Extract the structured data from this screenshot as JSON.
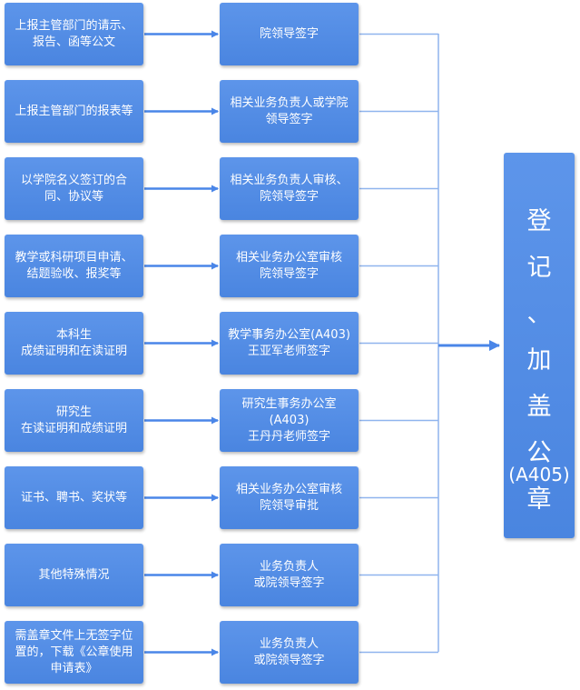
{
  "rows": [
    {
      "source": "上报主管部门的请示、\n报告、函等公文",
      "approval": "院领导签字"
    },
    {
      "source": "上报主管部门的报表等",
      "approval": "相关业务负责人或学院\n领导签字"
    },
    {
      "source": "以学院名义签订的合\n同、协议等",
      "approval": "相关业务负责人审核、\n院领导签字"
    },
    {
      "source": "教学或科研项目申请、\n结题验收、报奖等",
      "approval": "相关业务办公室审核\n院领导签字"
    },
    {
      "source": "本科生\n成绩证明和在读证明",
      "approval": "教学事务办公室(A403)\n王亚军老师签字"
    },
    {
      "source": "研究生\n在读证明和成绩证明",
      "approval": "研究生事务办公室(A403)\n王丹丹老师签字"
    },
    {
      "source": "证书、聘书、奖状等",
      "approval": "相关业务办公室审核\n院领导审批"
    },
    {
      "source": "其他特殊情况",
      "approval": "业务负责人\n或院领导签字"
    },
    {
      "source": "需盖章文件上无签字位\n置的，下载《公章使用\n申请表》",
      "approval": "业务负责人\n或院领导签字"
    }
  ],
  "final": {
    "chars": [
      "登",
      "记",
      "、",
      "加",
      "盖",
      "公",
      "章"
    ],
    "code": "(A405)"
  },
  "colors": {
    "box": "#4a85e0",
    "arrow": "#4a86e8",
    "line": "#8fb4ee"
  }
}
